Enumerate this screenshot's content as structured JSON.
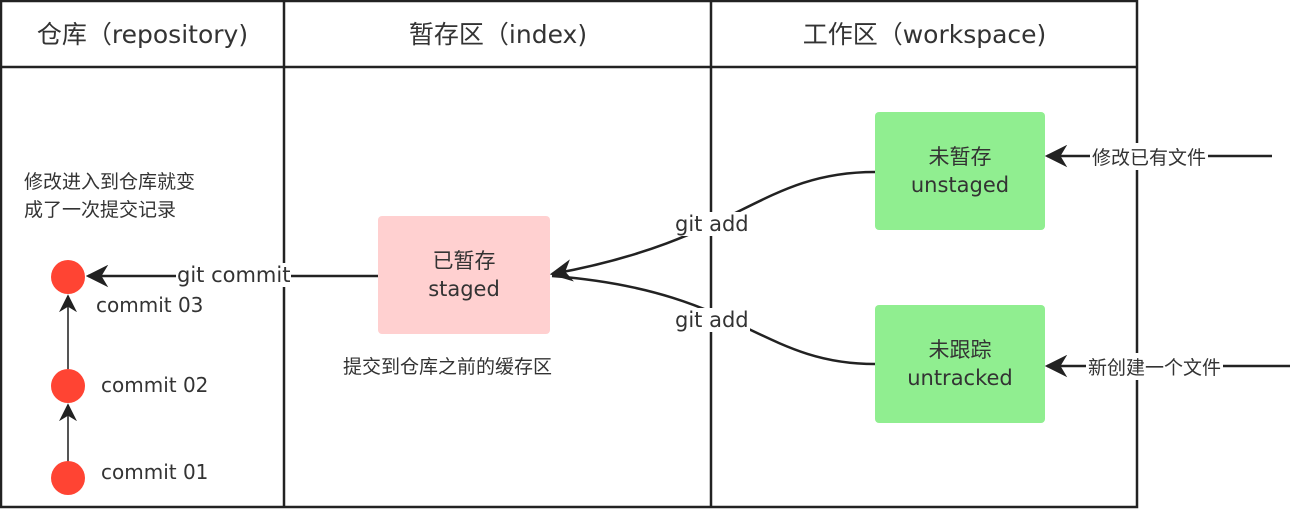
{
  "columns": {
    "repository": "仓库（repository)",
    "index": "暂存区（index)",
    "workspace": "工作区（workspace)"
  },
  "repo_note": [
    "修改进入到仓库就变",
    "成了一次提交记录"
  ],
  "commits": [
    "commit  03",
    "commit  02",
    "commit  01"
  ],
  "staged_box": {
    "line1": "已暂存",
    "line2": "staged"
  },
  "index_note": "提交到仓库之前的缓存区",
  "unstaged_box": {
    "line1": "未暂存",
    "line2": "unstaged"
  },
  "untracked_box": {
    "line1": "未跟踪",
    "line2": "untracked"
  },
  "edges": {
    "commit": "git commit",
    "add_upper": "git add",
    "add_lower": "git add",
    "modify_existing": "修改已有文件",
    "new_file": "新创建一个文件"
  },
  "colors": {
    "commit_dot": "#ff4433",
    "staged_fill": "#ffd0d0",
    "workspace_fill": "#90ee90",
    "line": "#222222"
  }
}
